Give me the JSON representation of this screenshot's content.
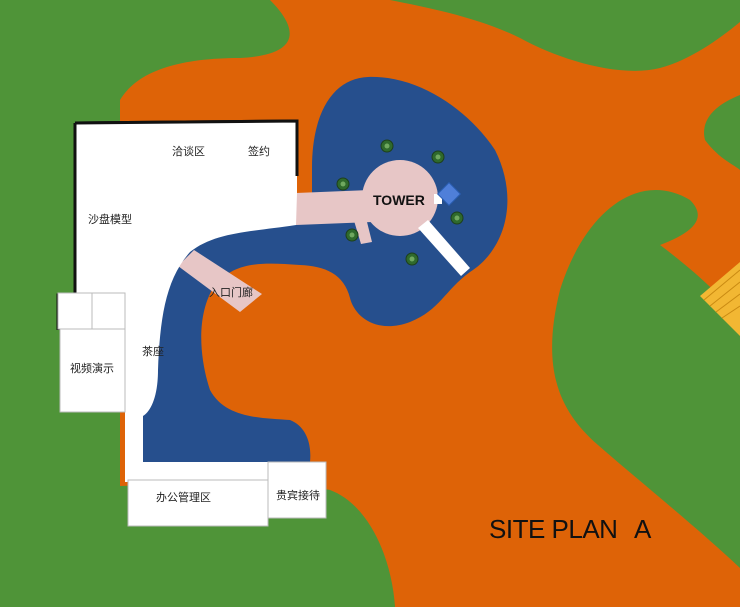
{
  "colors": {
    "grass": "#4f9438",
    "ground": "#de6307",
    "water": "#264f8d",
    "path": "#e7c6c6",
    "building": "#ffffff",
    "wall": "#111111",
    "stairs": "#f2b733",
    "shrub": "#2f6a2c",
    "marker": "#4f7fd9"
  },
  "labels": {
    "negotiation": "洽谈区",
    "signing": "签约",
    "sand_table": "沙盘模型",
    "entrance_corridor": "入口门廊",
    "tea": "茶座",
    "video": "视频演示",
    "office": "办公管理区",
    "vip": "贵宾接待",
    "tower": "TOWER",
    "plan_title": "SITE PLAN",
    "plan_letter": "A"
  },
  "icons": {
    "shrub": "shrub-icon",
    "marker": "marker-square-icon"
  }
}
